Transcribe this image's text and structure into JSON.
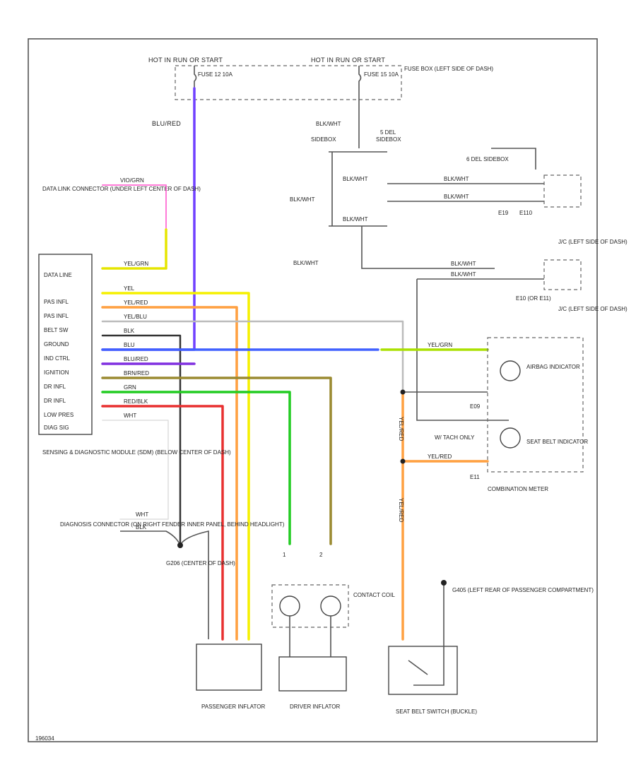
{
  "colors": {
    "blu_red": "#7040ff",
    "vio_grn": "#ff7ad8",
    "yel_grn": "#e5e500",
    "yel": "#f5f000",
    "yel_red": "#ffa040",
    "yel_blu": "#bbbbbb",
    "blk": "#333333",
    "blu": "#4060ff",
    "blu_red_b": "#8030e0",
    "brn_red": "#9a8a30",
    "grn": "#22cc22",
    "red_blk": "#e83030",
    "wht": "#dddddd",
    "blk_wht": "#555555"
  },
  "labels": {
    "hot_start": "HOT IN RUN OR START",
    "hot_run": "HOT IN RUN OR START",
    "fuse_12": "FUSE 12 10A",
    "fuse_15": "FUSE 15 10A",
    "fuse_box": "FUSE BOX (LEFT SIDE OF DASH)",
    "blu_red": "BLU/RED",
    "blk_wht_top": "BLK/WHT",
    "sidebox_left": "SIDEBOX",
    "sidebox_right": "SIDEBOX",
    "sidebox_dl": "5 DEL",
    "sidebox_r2": "6 DEL SIDEBOX",
    "blk_wht_1": "BLK/WHT",
    "blk_wht_2": "BLK/WHT",
    "blk_wht_3": "BLK/WHT",
    "blk_wht_4": "BLK/WHT",
    "blk_wht_5": "BLK/WHT",
    "blk_wht_6": "BLK/WHT",
    "e19": "E19",
    "e110": "E110",
    "jc_top": "J/C (LEFT SIDE OF DASH)",
    "jc_mid": "J/C (LEFT SIDE OF DASH)",
    "e10": "E10 (OR E11)",
    "dlc": "DATA LINK CONNECTOR (UNDER LEFT CENTER OF DASH)",
    "vio_grn": "VIO/GRN",
    "yel_grn_dl": "YEL/GRN",
    "pin_data": "DATA LINE",
    "pin_pas1": "PAS INFL",
    "pin_pas2": "PAS INFL",
    "pin_belt": "BELT SW",
    "pin_gnd": "GROUND",
    "pin_ind": "IND CTRL",
    "pin_ign": "IGNITION",
    "pin_dr1": "DR INFL",
    "pin_dr2": "DR INFL",
    "pin_low": "LOW PRES",
    "pin_diag": "DIAG SIG",
    "w_yel": "YEL",
    "w_yel_red": "YEL/RED",
    "w_yel_blu": "YEL/BLU",
    "w_blk": "BLK",
    "w_blu": "BLU",
    "w_blu_red": "BLU/RED",
    "w_brn_red": "BRN/RED",
    "w_grn": "GRN",
    "w_red_blk": "RED/BLK",
    "w_wht": "WHT",
    "w_yel_grn": "YEL/GRN",
    "w_yel_red_b": "YEL/RED",
    "w_yel_red_v": "YEL/RED",
    "w_yel_red_v2": "YEL/RED",
    "sdm": "SENSING & DIAGNOSTIC MODULE (SDM) (BELOW CENTER OF DASH)",
    "diag": "DIAGNOSIS CONNECTOR (ON RIGHT FENDER INNER PANEL, BEHIND HEADLIGHT)",
    "w_wht_d": "WHT",
    "w_blk_d": "BLK",
    "g206": "G206 (CENTER OF DASH)",
    "airbag": "AIRBAG INDICATOR",
    "seatbelt": "SEAT BELT INDICATOR",
    "tach": "W/ TACH ONLY",
    "combo": "COMBINATION METER",
    "e09": "E09",
    "e11": "E11",
    "contact": "CONTACT COIL",
    "g405": "G405 (LEFT REAR OF PASSENGER COMPARTMENT)",
    "pass_inf": "PASSENGER INFLATOR",
    "drv_inf": "DRIVER INFLATOR",
    "sb_switch": "SEAT BELT SWITCH (BUCKLE)",
    "fig_no": "196034",
    "pin1": "1",
    "pin2": "2"
  }
}
